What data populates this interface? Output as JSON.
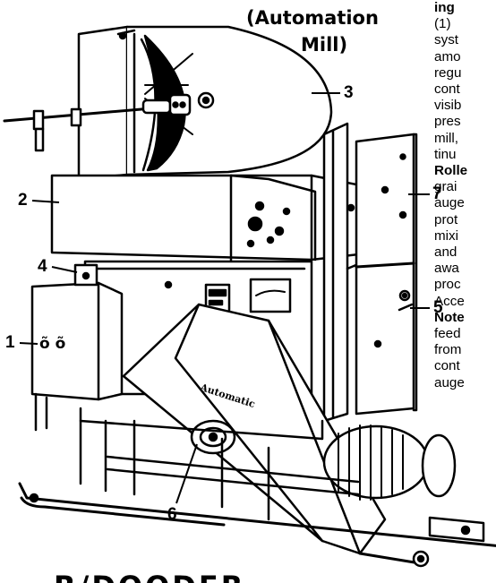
{
  "title": {
    "line1": "(Automation",
    "line2": "Mill)"
  },
  "callouts": [
    "1",
    "2",
    "3",
    "4",
    "5",
    "6",
    "7"
  ],
  "control_box_label": "õ õ",
  "chute_label": "Automatic",
  "side_text": [
    {
      "text": "ing",
      "bold": true
    },
    {
      "text": "(1)",
      "bold": false
    },
    {
      "text": "syst",
      "bold": false
    },
    {
      "text": "amo",
      "bold": false
    },
    {
      "text": "regu",
      "bold": false
    },
    {
      "text": "cont",
      "bold": false
    },
    {
      "text": "visib",
      "bold": false
    },
    {
      "text": "pres",
      "bold": false
    },
    {
      "text": "mill,",
      "bold": false
    },
    {
      "text": "tinu",
      "bold": false
    },
    {
      "text": "Rolle",
      "bold": true
    },
    {
      "text": "grai",
      "bold": false
    },
    {
      "text": "auge",
      "bold": false
    },
    {
      "text": "prot",
      "bold": false
    },
    {
      "text": "mixi",
      "bold": false
    },
    {
      "text": "and",
      "bold": false
    },
    {
      "text": "awa",
      "bold": false
    },
    {
      "text": "proc",
      "bold": false
    },
    {
      "text": "Acce",
      "bold": false
    },
    {
      "text": "Note",
      "bold": true
    },
    {
      "text": "feed",
      "bold": false
    },
    {
      "text": "from",
      "bold": false
    },
    {
      "text": "cont",
      "bold": false
    },
    {
      "text": "auge",
      "bold": false
    }
  ],
  "footer": "R/DOODER"
}
